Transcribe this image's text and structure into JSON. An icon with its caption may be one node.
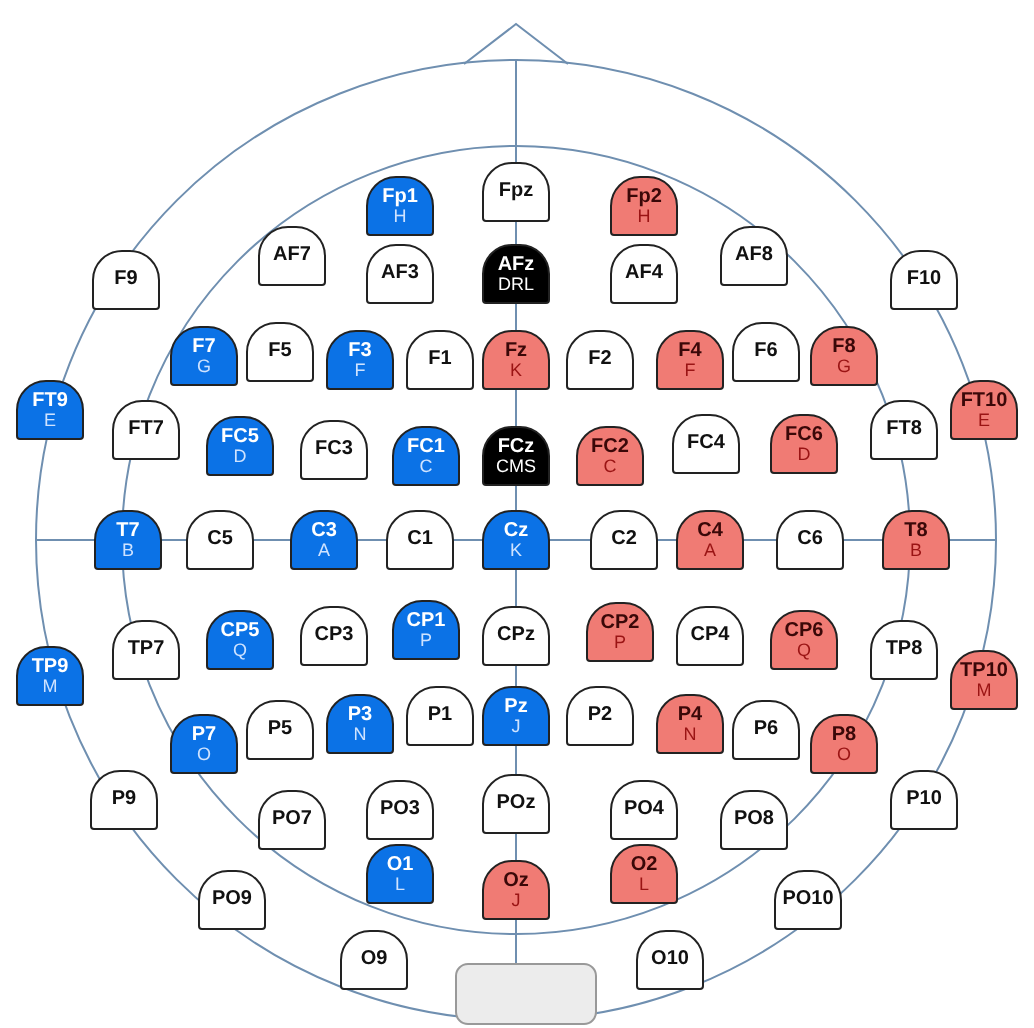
{
  "diagram": {
    "nodes": [
      {
        "text": [
          "Fp1",
          "H"
        ]
      },
      {
        "text": [
          "Fpz"
        ]
      },
      {
        "text": [
          "Fp2",
          "H"
        ]
      },
      {
        "text": [
          "F9"
        ]
      },
      {
        "text": [
          "AF7"
        ]
      },
      {
        "text": [
          "AF3"
        ]
      },
      {
        "text": [
          "AFz",
          "DRL"
        ]
      },
      {
        "text": [
          "AF4"
        ]
      },
      {
        "text": [
          "AF8"
        ]
      },
      {
        "text": [
          "F10"
        ]
      },
      {
        "text": [
          "F7",
          "G"
        ]
      },
      {
        "text": [
          "F5"
        ]
      },
      {
        "text": [
          "F3",
          "F"
        ]
      },
      {
        "text": [
          "F1"
        ]
      },
      {
        "text": [
          "Fz",
          "K"
        ]
      },
      {
        "text": [
          "F2"
        ]
      },
      {
        "text": [
          "F4",
          "F"
        ]
      },
      {
        "text": [
          "F6"
        ]
      },
      {
        "text": [
          "F8",
          "G"
        ]
      },
      {
        "text": [
          "FT9",
          "E"
        ]
      },
      {
        "text": [
          "FT7"
        ]
      },
      {
        "text": [
          "FC5",
          "D"
        ]
      },
      {
        "text": [
          "FC3"
        ]
      },
      {
        "text": [
          "FC1",
          "C"
        ]
      },
      {
        "text": [
          "FCz",
          "CMS"
        ]
      },
      {
        "text": [
          "FC2",
          "C"
        ]
      },
      {
        "text": [
          "FC4"
        ]
      },
      {
        "text": [
          "FC6",
          "D"
        ]
      },
      {
        "text": [
          "FT8"
        ]
      },
      {
        "text": [
          "FT10",
          "E"
        ]
      },
      {
        "text": [
          "T7",
          "B"
        ]
      },
      {
        "text": [
          "C5"
        ]
      },
      {
        "text": [
          "C3",
          "A"
        ]
      },
      {
        "text": [
          "C1"
        ]
      },
      {
        "text": [
          "Cz",
          "K"
        ]
      },
      {
        "text": [
          "C2"
        ]
      },
      {
        "text": [
          "C4",
          "A"
        ]
      },
      {
        "text": [
          "C6"
        ]
      },
      {
        "text": [
          "T8",
          "B"
        ]
      },
      {
        "text": [
          "TP9",
          "M"
        ]
      },
      {
        "text": [
          "TP7"
        ]
      },
      {
        "text": [
          "CP5",
          "Q"
        ]
      },
      {
        "text": [
          "CP3"
        ]
      },
      {
        "text": [
          "CP1",
          "P"
        ]
      },
      {
        "text": [
          "CPz"
        ]
      },
      {
        "text": [
          "CP2",
          "P"
        ]
      },
      {
        "text": [
          "CP4"
        ]
      },
      {
        "text": [
          "CP6",
          "Q"
        ]
      },
      {
        "text": [
          "TP8"
        ]
      },
      {
        "text": [
          "TP10",
          "M"
        ]
      },
      {
        "text": [
          "P9"
        ]
      },
      {
        "text": [
          "P7",
          "O"
        ]
      },
      {
        "text": [
          "P5"
        ]
      },
      {
        "text": [
          "P3",
          "N"
        ]
      },
      {
        "text": [
          "P1"
        ]
      },
      {
        "text": [
          "Pz",
          "J"
        ]
      },
      {
        "text": [
          "P2"
        ]
      },
      {
        "text": [
          "P4",
          "N"
        ]
      },
      {
        "text": [
          "P6"
        ]
      },
      {
        "text": [
          "P8",
          "O"
        ]
      },
      {
        "text": [
          "P10"
        ]
      },
      {
        "text": [
          "PO7"
        ]
      },
      {
        "text": [
          "PO3"
        ]
      },
      {
        "text": [
          "POz"
        ]
      },
      {
        "text": [
          "PO4"
        ]
      },
      {
        "text": [
          "PO8"
        ]
      },
      {
        "text": [
          "PO9"
        ]
      },
      {
        "text": [
          "O1",
          "L"
        ]
      },
      {
        "text": [
          "Oz",
          "J"
        ]
      },
      {
        "text": [
          "O2",
          "L"
        ]
      },
      {
        "text": [
          "PO10"
        ]
      },
      {
        "text": [
          "O9"
        ]
      },
      {
        "text": [
          "O10"
        ]
      }
    ]
  }
}
